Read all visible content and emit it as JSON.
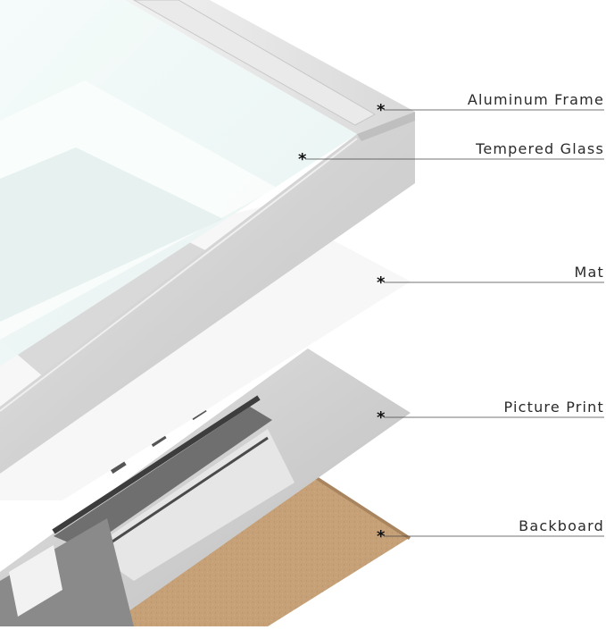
{
  "diagram": {
    "layers": [
      {
        "id": "aluminum-frame",
        "label": "Aluminum Frame",
        "marker": "*"
      },
      {
        "id": "tempered-glass",
        "label": "Tempered Glass",
        "marker": "*"
      },
      {
        "id": "mat",
        "label": "Mat",
        "marker": "*"
      },
      {
        "id": "picture-print",
        "label": "Picture Print",
        "marker": "*"
      },
      {
        "id": "backboard",
        "label": "Backboard",
        "marker": "*"
      }
    ],
    "colors": {
      "backboard": "#c6a077",
      "print": "#cfcfcf",
      "mat": "#f7f7f7",
      "glass": "#eef7f6",
      "frame": "#d7d7d7",
      "callout_line": "#444444"
    }
  }
}
